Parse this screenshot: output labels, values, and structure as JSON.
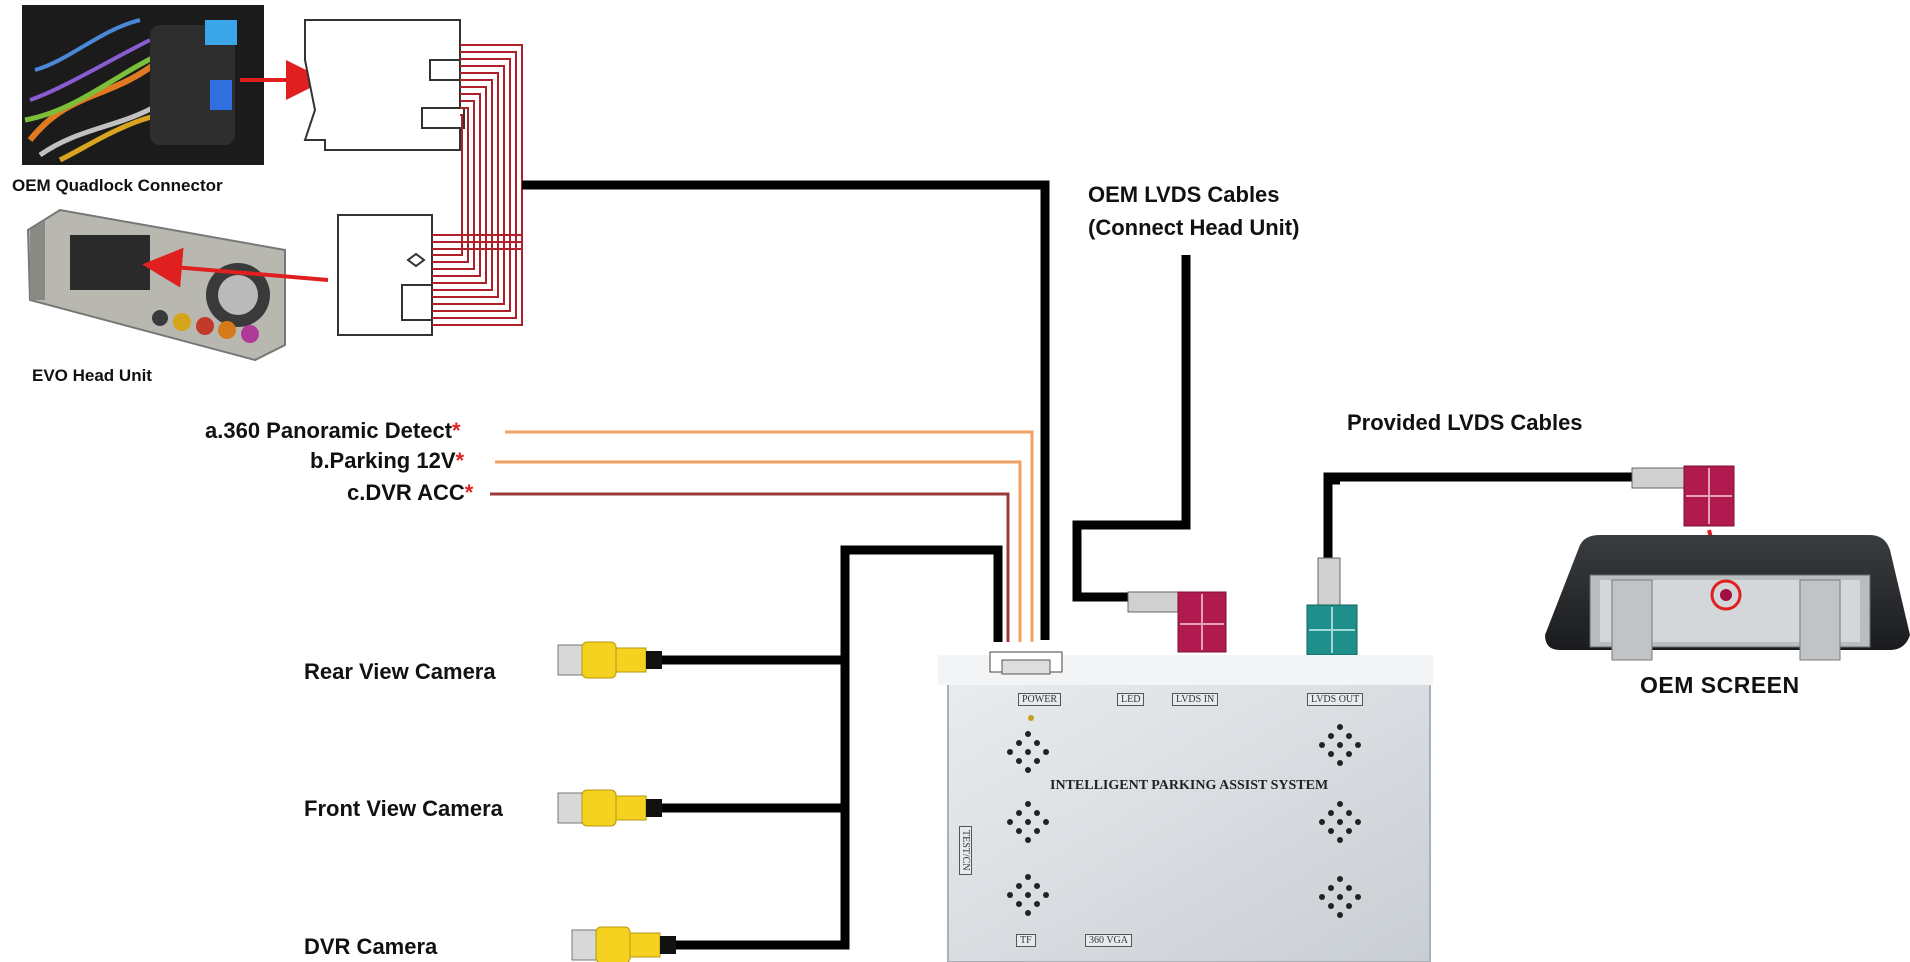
{
  "labels": {
    "oem_quadlock": "OEM Quadlock Connector",
    "evo_head_unit": "EVO Head Unit",
    "oem_lvds_line1": "OEM LVDS Cables",
    "oem_lvds_line2": "(Connect Head Unit)",
    "provided_lvds": "Provided LVDS Cables",
    "oem_screen": "OEM SCREEN",
    "rear_camera": "Rear View Camera",
    "front_camera": "Front View Camera",
    "dvr_camera": "DVR Camera"
  },
  "wires": {
    "a": "a.360 Panoramic Detect",
    "b": "b.Parking 12V",
    "c": "c.DVR ACC",
    "required_mark": "*"
  },
  "module": {
    "title": "INTELLIGENT PARKING ASSIST SYSTEM",
    "ports": {
      "power": "POWER",
      "led": "LED",
      "lvds_in": "LVDS IN",
      "lvds_out": "LVDS OUT",
      "tf": "TF",
      "vga": "360 VGA",
      "side": "TEST/CN"
    }
  },
  "colors": {
    "harness_red": "#b0202a",
    "wire_orange": "#f0a060",
    "wire_dark_red": "#9b3a3a",
    "cable_black": "#000000",
    "lvds_in_connector": "#b01a4e",
    "lvds_out_connector": "#1f8f8c",
    "rca_yellow": "#f4d21f",
    "module_body": "#dfe3e7",
    "arrow_red": "#e02020"
  }
}
